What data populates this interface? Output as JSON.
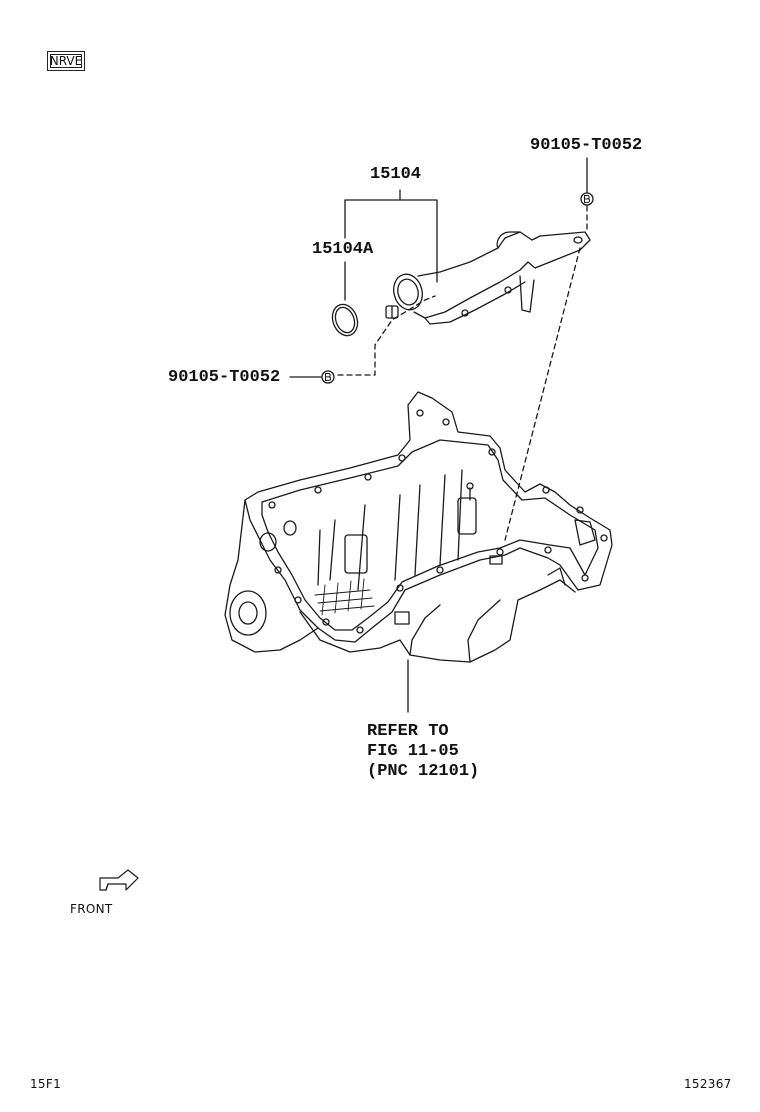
{
  "header": {
    "code": "NRVE"
  },
  "callouts": {
    "part_main": "15104",
    "part_seal": "15104A",
    "bolt_upper": "90105-T0052",
    "bolt_lower": "90105-T0052"
  },
  "reference": {
    "line1": "REFER TO",
    "line2": "FIG 11-05",
    "line3": "(PNC 12101)"
  },
  "direction": {
    "label": "FRONT"
  },
  "footer": {
    "left_code": "15F1",
    "right_code": "152367"
  },
  "icons": [
    "bolt-marker-icon",
    "front-arrow-icon"
  ]
}
